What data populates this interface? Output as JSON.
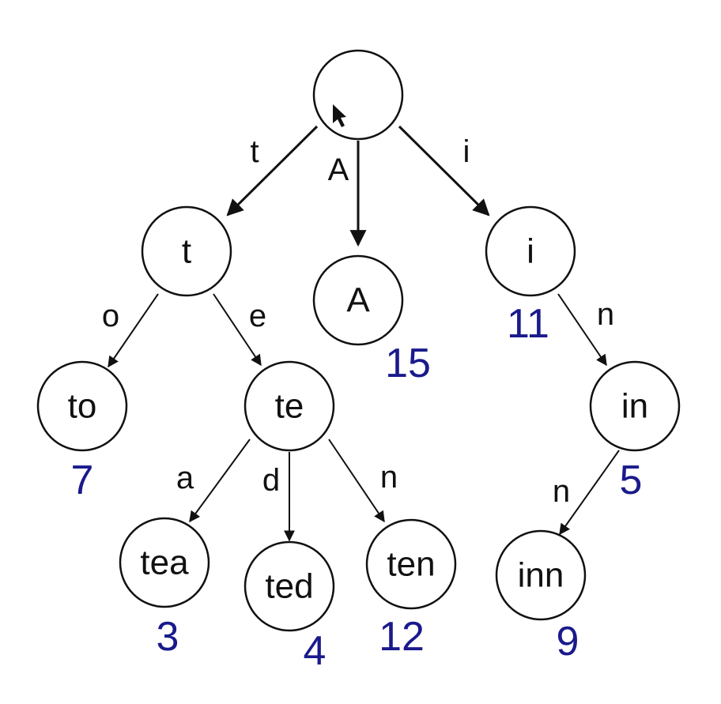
{
  "colors": {
    "ink": "#111111",
    "value": "#1a1a8c",
    "background": "#ffffff"
  },
  "nodes": [
    {
      "id": "root",
      "label": "",
      "value": ""
    },
    {
      "id": "t",
      "label": "t",
      "value": ""
    },
    {
      "id": "A",
      "label": "A",
      "value": "15"
    },
    {
      "id": "i",
      "label": "i",
      "value": "11"
    },
    {
      "id": "to",
      "label": "to",
      "value": "7"
    },
    {
      "id": "te",
      "label": "te",
      "value": ""
    },
    {
      "id": "in",
      "label": "in",
      "value": "5"
    },
    {
      "id": "tea",
      "label": "tea",
      "value": "3"
    },
    {
      "id": "ted",
      "label": "ted",
      "value": "4"
    },
    {
      "id": "ten",
      "label": "ten",
      "value": "12"
    },
    {
      "id": "inn",
      "label": "inn",
      "value": "9"
    }
  ],
  "edges": [
    {
      "from": "root",
      "to": "t",
      "label": "t"
    },
    {
      "from": "root",
      "to": "A",
      "label": "A"
    },
    {
      "from": "root",
      "to": "i",
      "label": "i"
    },
    {
      "from": "t",
      "to": "to",
      "label": "o"
    },
    {
      "from": "t",
      "to": "te",
      "label": "e"
    },
    {
      "from": "i",
      "to": "in",
      "label": "n"
    },
    {
      "from": "te",
      "to": "tea",
      "label": "a"
    },
    {
      "from": "te",
      "to": "ted",
      "label": "d"
    },
    {
      "from": "te",
      "to": "ten",
      "label": "n"
    },
    {
      "from": "in",
      "to": "inn",
      "label": "n"
    }
  ]
}
